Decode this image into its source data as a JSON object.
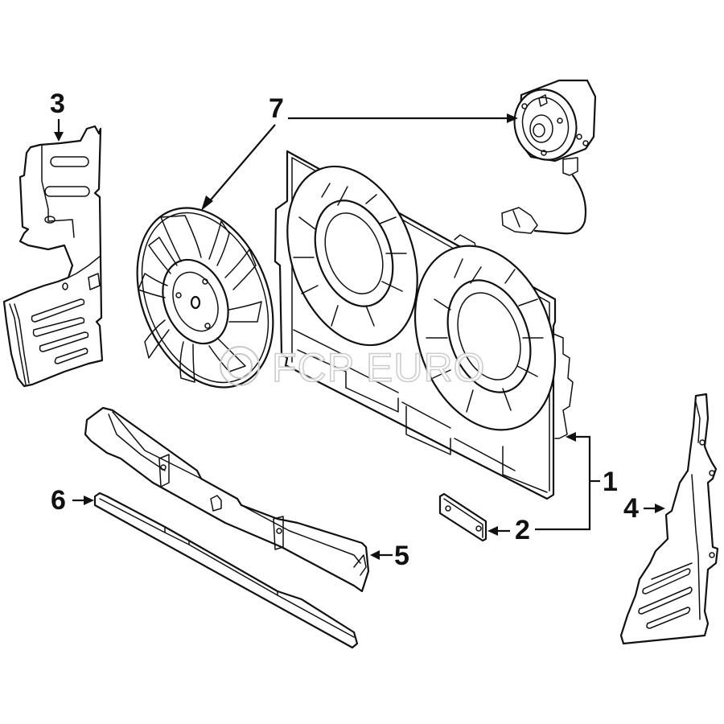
{
  "diagram": {
    "title": "Cooling fan assembly exploded parts diagram",
    "background_color": "#ffffff",
    "line_color": "#111111",
    "watermark": {
      "text": "FCP EURO",
      "color": "#c8c8c8"
    },
    "callouts": [
      {
        "id": "1",
        "label": "1",
        "part": "fan shroud assembly"
      },
      {
        "id": "2",
        "label": "2",
        "part": "mounting bracket"
      },
      {
        "id": "3",
        "label": "3",
        "part": "left air deflector"
      },
      {
        "id": "4",
        "label": "4",
        "part": "right air deflector"
      },
      {
        "id": "5",
        "label": "5",
        "part": "lower air guide"
      },
      {
        "id": "6",
        "label": "6",
        "part": "seal strip"
      },
      {
        "id": "7",
        "label": "7",
        "part": "fan blade and motor"
      }
    ]
  }
}
